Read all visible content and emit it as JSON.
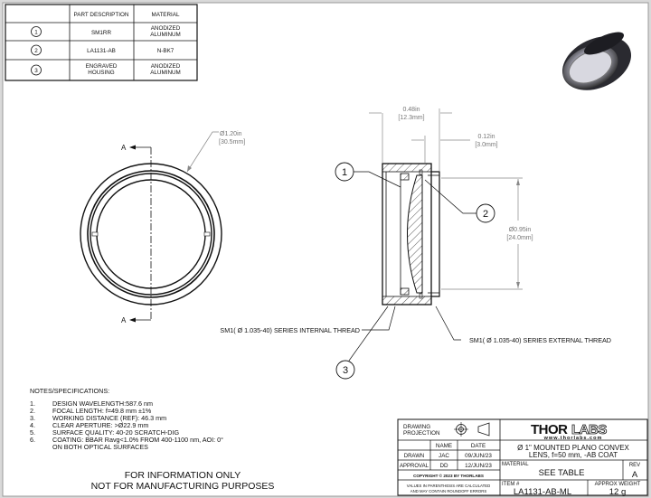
{
  "parts_table": {
    "headers": [
      "",
      "PART DESCRIPTION",
      "MATERIAL"
    ],
    "rows": [
      {
        "num": "1",
        "description": "SM1RR",
        "material": [
          "ANODIZED",
          "ALUMINUM"
        ]
      },
      {
        "num": "2",
        "description": "LA1131-AB",
        "material": [
          "N-BK7"
        ]
      },
      {
        "num": "3",
        "description": [
          "ENGRAVED",
          "HOUSING"
        ],
        "material": [
          "ANODIZED",
          "ALUMINUM"
        ]
      }
    ]
  },
  "front_view": {
    "section_label": "A",
    "diameter": {
      "in": "Ø1.20in",
      "mm": "[30.5mm]"
    }
  },
  "section_view": {
    "width_dim": {
      "in": "0.48in",
      "mm": "[12.3mm]"
    },
    "step_dim": {
      "in": "0.12in",
      "mm": "[3.0mm]"
    },
    "diameter_dim": {
      "in": "Ø0.95in",
      "mm": "[24.0mm]"
    },
    "balloons": [
      "1",
      "2",
      "3"
    ],
    "internal_thread": "SM1( Ø 1.035-40) SERIES INTERNAL THREAD",
    "external_thread": "SM1( Ø 1.035-40) SERIES EXTERNAL THREAD"
  },
  "notes": {
    "title": "NOTES/SPECIFICATIONS:",
    "items": [
      {
        "n": "1.",
        "text": "DESIGN WAVELENGTH:587.6 nm"
      },
      {
        "n": "2.",
        "text": "FOCAL LENGTH: f=49.8 mm ±1%"
      },
      {
        "n": "3.",
        "text": "WORKING DISTANCE (REF): 46.3 mm"
      },
      {
        "n": "4.",
        "text": "CLEAR APERTURE: >Ø22.9 mm"
      },
      {
        "n": "5.",
        "text": "SURFACE QUALITY: 40-20 SCRATCH-DIG"
      },
      {
        "n": "6.",
        "text": "COATING: BBAR Ravg<1.0% FROM 400-1100 nm, AOI: 0°",
        "text2": "ON BOTH OPTICAL SURFACES"
      }
    ]
  },
  "disclaimer": [
    "FOR INFORMATION ONLY",
    "NOT FOR MANUFACTURING PURPOSES"
  ],
  "title_block": {
    "projection_label": [
      "DRAWING",
      "PROJECTION"
    ],
    "name_header": "NAME",
    "date_header": "DATE",
    "drawn_label": "DRAWN",
    "drawn_name": "JAC",
    "drawn_date": "09/JUN/23",
    "approval_label": "APPROVAL",
    "approval_name": "DD",
    "approval_date": "12/JUN/23",
    "copyright": "COPYRIGHT © 2023 BY THORLABS",
    "values_note": [
      "VALUES IN PARENTHESIS ARE CALCULATED",
      "AND MAY CONTAIN ROUNDOFF ERRORS"
    ],
    "logo": {
      "left": "THOR",
      "right": "LABS",
      "url": "www.thorlabs.com"
    },
    "title": [
      "Ø 1\" MOUNTED PLANO CONVEX",
      "LENS, f=50 mm, -AB COAT"
    ],
    "material_label": "MATERIAL",
    "material_value": "SEE TABLE",
    "rev_label": "REV",
    "rev_value": "A",
    "item_label": "ITEM #",
    "item_value": "LA1131-AB-ML",
    "weight_label": "APPROX WEIGHT",
    "weight_value": "12 g"
  }
}
